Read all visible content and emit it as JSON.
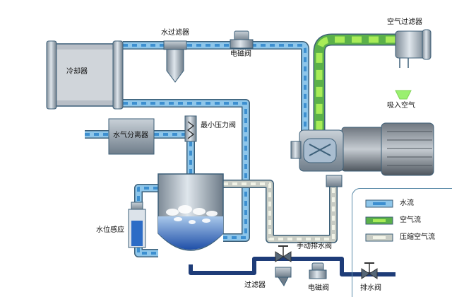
{
  "labels": {
    "cooler": "冷却器",
    "water_filter": "水过滤器",
    "solenoid_top": "电磁阀",
    "air_filter": "空气过滤器",
    "air_intake": "吸入空气",
    "separator": "水气分离器",
    "min_pressure_valve": "最小压力阀",
    "water_level_sensor": "水位感应",
    "manual_drain_valve": "手动排水阀",
    "bottom_filter": "过滤器",
    "solenoid_bottom": "电磁阀",
    "drain_valve": "排水阀"
  },
  "legend": {
    "water": "水流",
    "air": "空气流",
    "compressed_air": "压缩空气流"
  },
  "colors": {
    "pipe_frame": "#3c5f78",
    "water_fill": "#8ec6ea",
    "water_dash": "#3c8fd0",
    "air_fill": "#5bb04a",
    "air_dash": "#a8ec58",
    "compressed_fill": "#c8ccc4",
    "compressed_dash": "#f2f4e8",
    "drain": "#1e3c78"
  }
}
